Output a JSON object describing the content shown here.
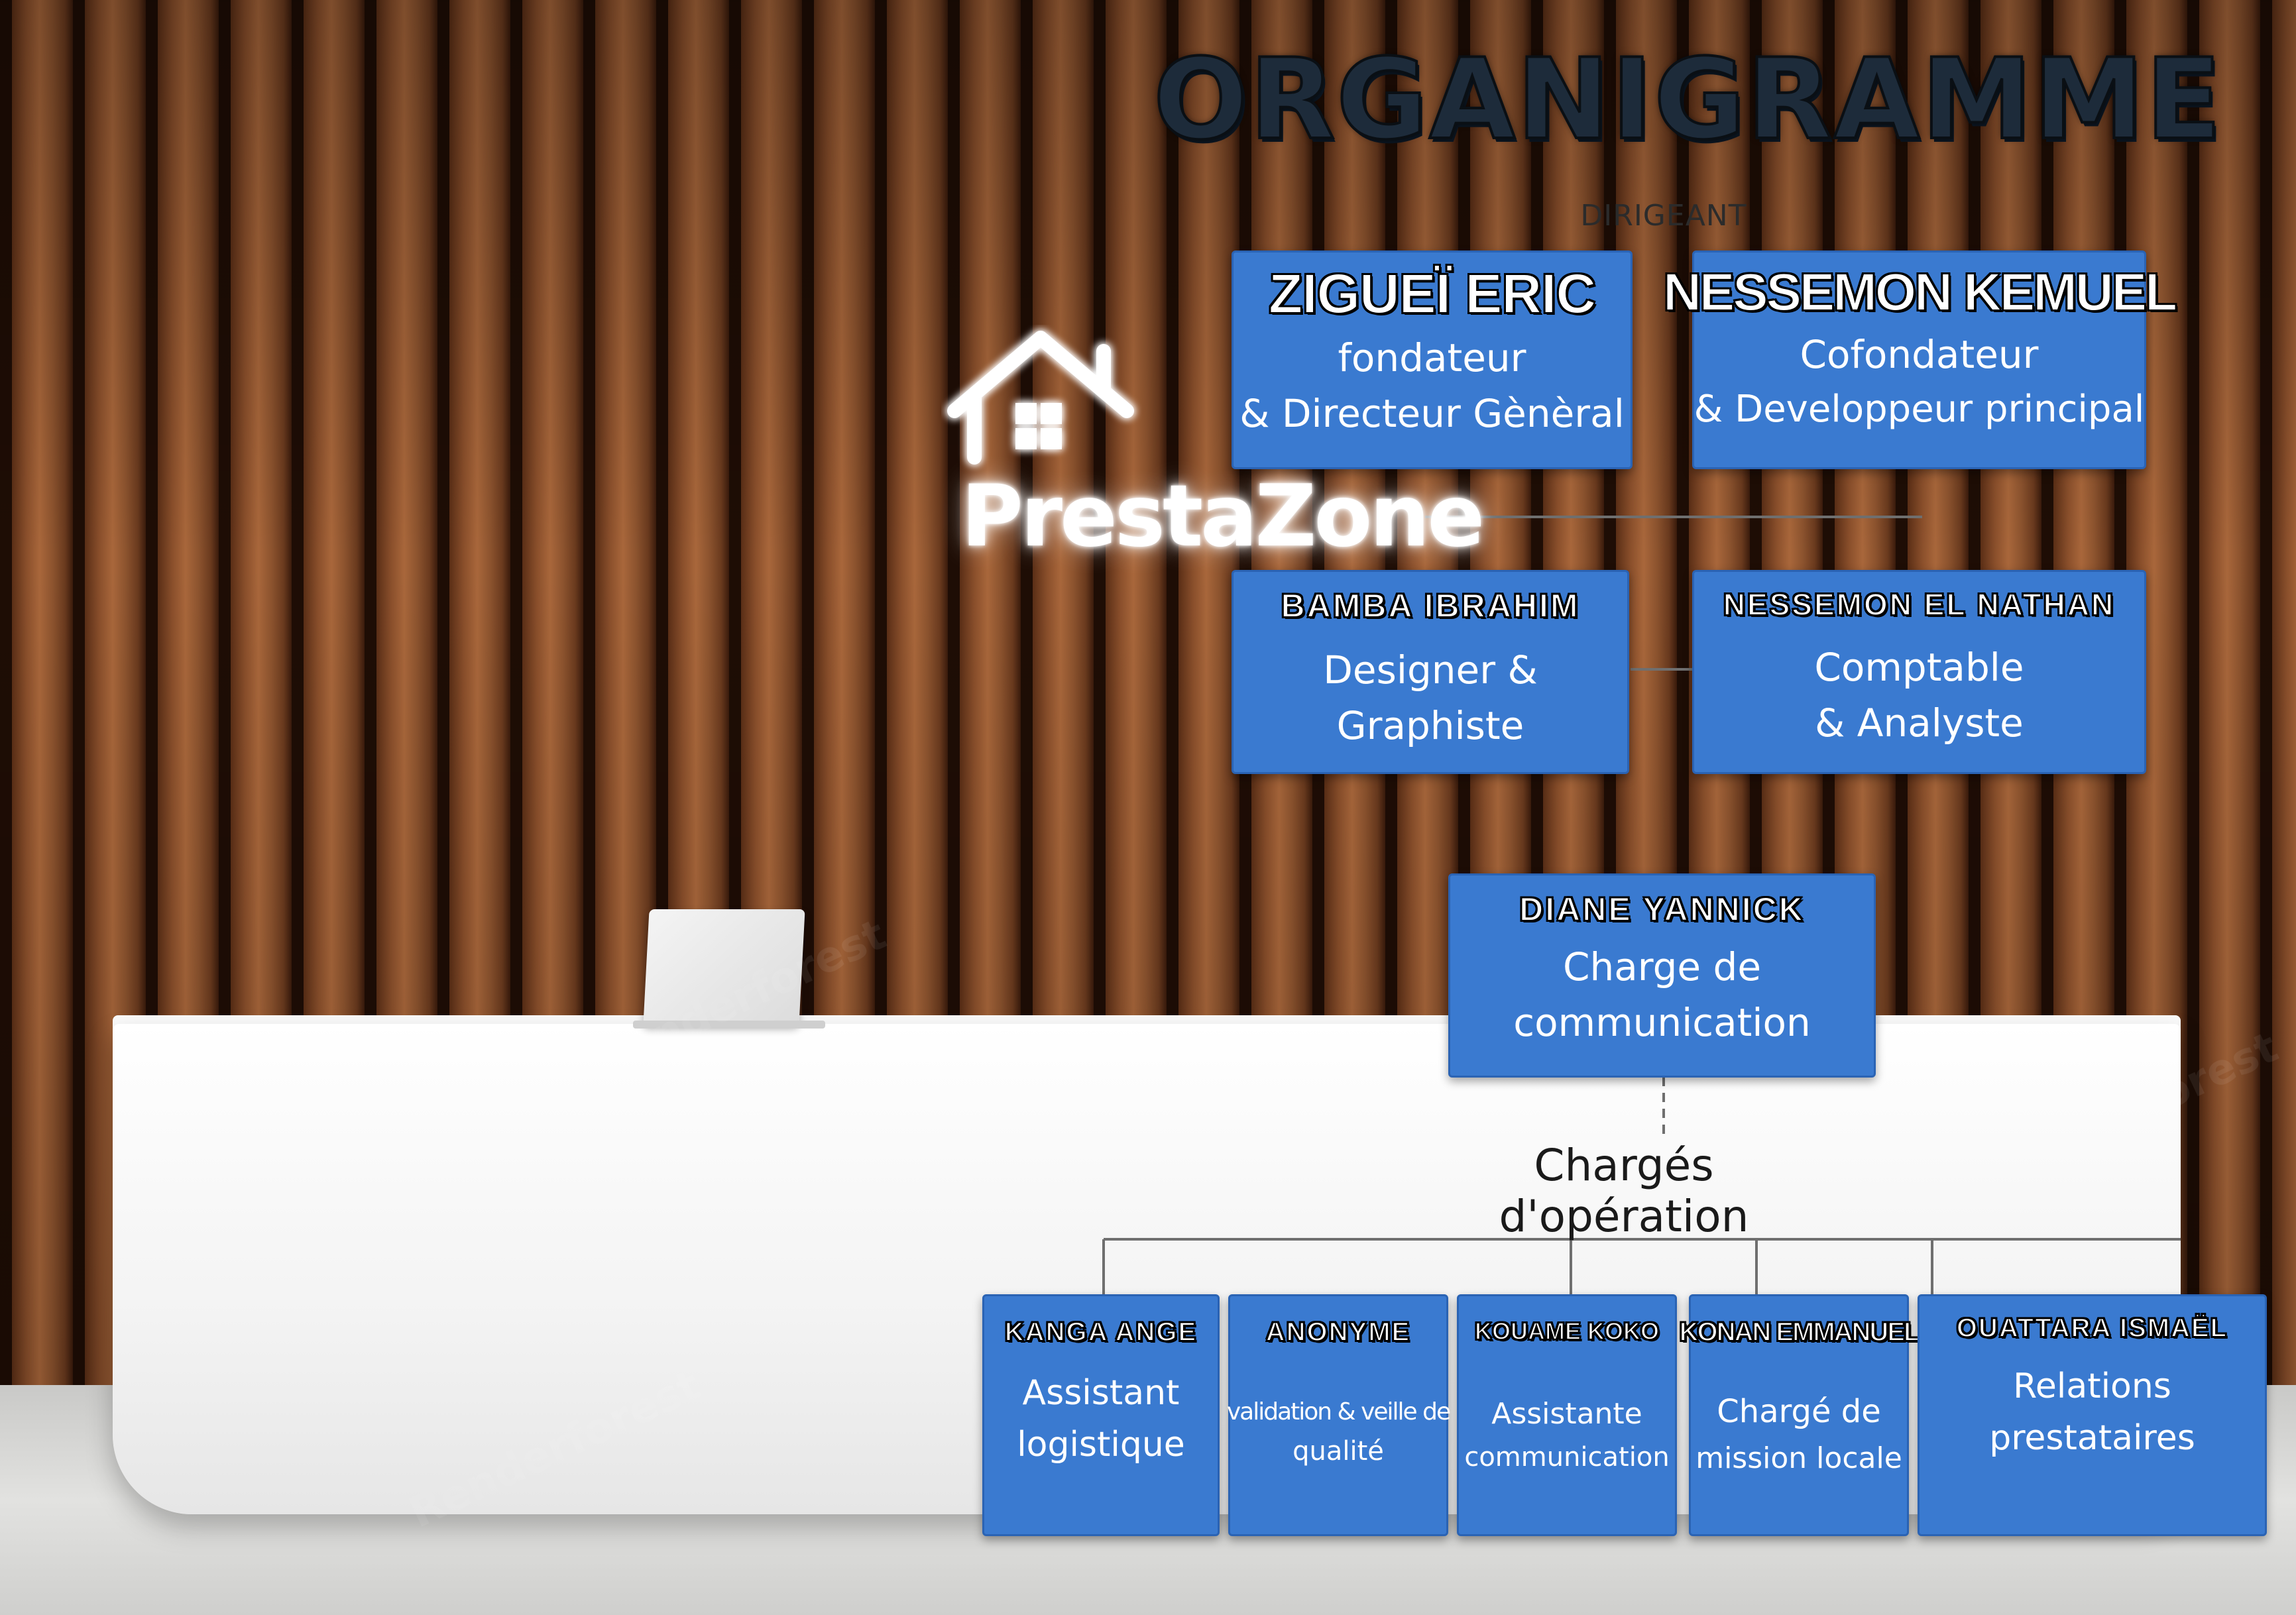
{
  "title": "ORGANIGRAMME",
  "subtitle": "DIRIGEANT",
  "logo": {
    "text": "PrestaZone",
    "icon": "house-icon"
  },
  "leaders": [
    {
      "name": "ZIGUEÏ ERIC",
      "role_line1": "fondateur",
      "role_line2": "& Directeur Gènèral"
    },
    {
      "name": "NESSEMON KEMUEL",
      "role_line1": "Cofondateur",
      "role_line2": "& Developpeur principal"
    }
  ],
  "staff": [
    {
      "name": "BAMBA IBRAHIM",
      "role_line1": "Designer &",
      "role_line2": "Graphiste"
    },
    {
      "name": "NESSEMON EL NATHAN",
      "role_line1": "Comptable",
      "role_line2": "& Analyste"
    }
  ],
  "communication": {
    "name": "DIANE YANNICK",
    "role_line1": "Charge de",
    "role_line2": "communication"
  },
  "operations": {
    "label": "Chargés d'opération",
    "members": [
      {
        "name": "KANGA ANGE",
        "role_line1": "Assistant",
        "role_line2": "logistique"
      },
      {
        "name": "ANONYME",
        "role_line1": "validation & veille de",
        "role_line2": "qualité"
      },
      {
        "name": "KOUAME KOKO",
        "role_line1": "Assistante",
        "role_line2": "communication"
      },
      {
        "name": "KONAN EMMANUEL",
        "role_line1": "Chargé de",
        "role_line2": "mission locale"
      },
      {
        "name": "OUATTARA ISMAËL",
        "role_line1": "Relations",
        "role_line2": "prestataires"
      }
    ]
  },
  "watermark": "Renderforest",
  "colors": {
    "box": "#3a7ad0",
    "box_border": "#2a63b4",
    "title": "#1d2b3a",
    "line": "#6f6f6f"
  }
}
